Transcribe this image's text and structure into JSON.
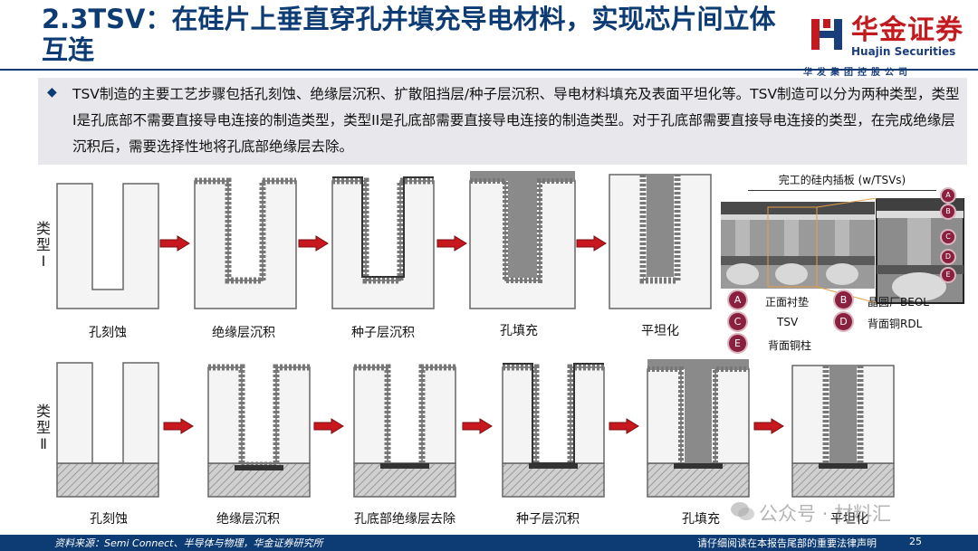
{
  "title": "2.3TSV：在硅片上垂直穿孔并填充导电材料，实现芯片间立体互连",
  "logo": {
    "cn": "华金证券",
    "en": "Huajin Securities",
    "sub": "华发集团控股公司"
  },
  "bullet": "TSV制造的主要工艺步骤包括孔刻蚀、绝缘层沉积、扩散阻挡层/种子层沉积、导电材料填充及表面平坦化等。TSV制造可以分为两种类型，类型I是孔底部不需要直接导电连接的制造类型，类型II是孔底部需要直接导电连接的制造类型。对于孔底部需要直接导电连接的类型，在完成绝缘层沉积后，需要选择性地将孔底部绝缘层去除。",
  "type1": {
    "label": "类型Ⅰ",
    "steps": [
      "孔刻蚀",
      "绝缘层沉积",
      "种子层沉积",
      "孔填充",
      "平坦化"
    ]
  },
  "type2": {
    "label": "类型Ⅱ",
    "steps": [
      "孔刻蚀",
      "绝缘层沉积",
      "孔底部绝缘层去除",
      "种子层沉积",
      "孔填充",
      "平坦化"
    ]
  },
  "inset": {
    "title": "完工的硅内插板 (w/TSVs)",
    "markers": [
      "A",
      "B",
      "C",
      "D",
      "E"
    ],
    "legend": [
      {
        "mark": "A",
        "text": "正面衬垫"
      },
      {
        "mark": "B",
        "text": "晶圆厂BEOL"
      },
      {
        "mark": "C",
        "text": "TSV"
      },
      {
        "mark": "D",
        "text": "背面铜RDL"
      },
      {
        "mark": "E",
        "text": "背面铜柱"
      }
    ]
  },
  "footer": {
    "source": "资料来源：Semi Connect、半导体与物理，华金证券研究所",
    "disclaimer": "请仔细阅读在本报告尾部的重要法律声明",
    "page": "25"
  },
  "watermark": "公众号 · 材料汇",
  "colors": {
    "brand_blue": "#0d3b73",
    "brand_red": "#c21a1e",
    "arrow_red": "#c8171f",
    "marker": "#8b1f3f"
  }
}
